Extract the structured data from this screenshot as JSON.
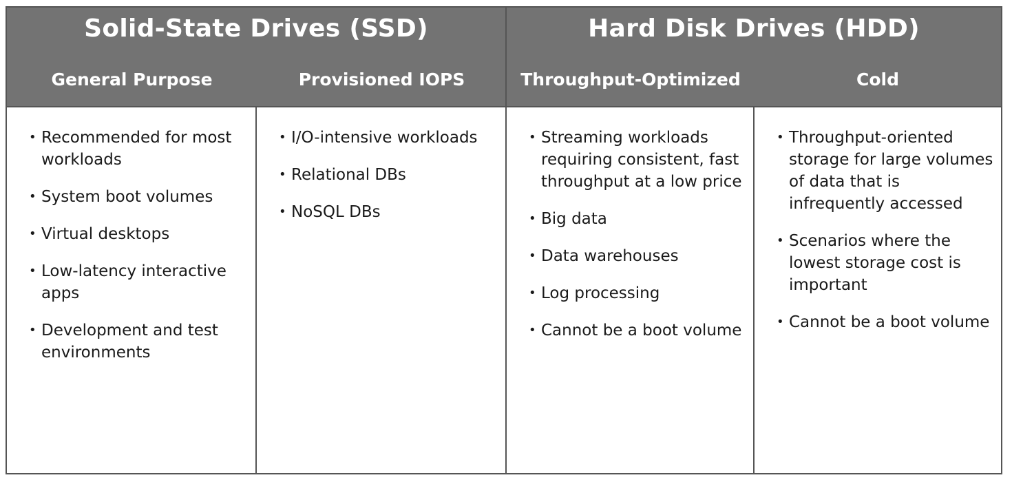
{
  "groups": {
    "ssd": {
      "title": "Solid-State Drives (SSD)"
    },
    "hdd": {
      "title": "Hard Disk Drives (HDD)"
    }
  },
  "columns": [
    {
      "header": "General Purpose",
      "items": [
        "Recommended for most workloads",
        "System boot volumes",
        "Virtual desktops",
        "Low-latency interactive apps",
        "Development and test environments"
      ]
    },
    {
      "header": "Provisioned IOPS",
      "items": [
        "I/O-intensive workloads",
        "Relational DBs",
        "NoSQL DBs"
      ]
    },
    {
      "header": "Throughput-Optimized",
      "items": [
        "Streaming workloads requiring consistent, fast throughput at a low price",
        "Big data",
        "Data warehouses",
        "Log processing",
        "Cannot be a boot volume"
      ]
    },
    {
      "header": "Cold",
      "items": [
        "Throughput-oriented storage for large volumes of data that is infrequently accessed",
        "Scenarios where the lowest storage cost is important",
        "Cannot be a boot volume"
      ]
    }
  ]
}
